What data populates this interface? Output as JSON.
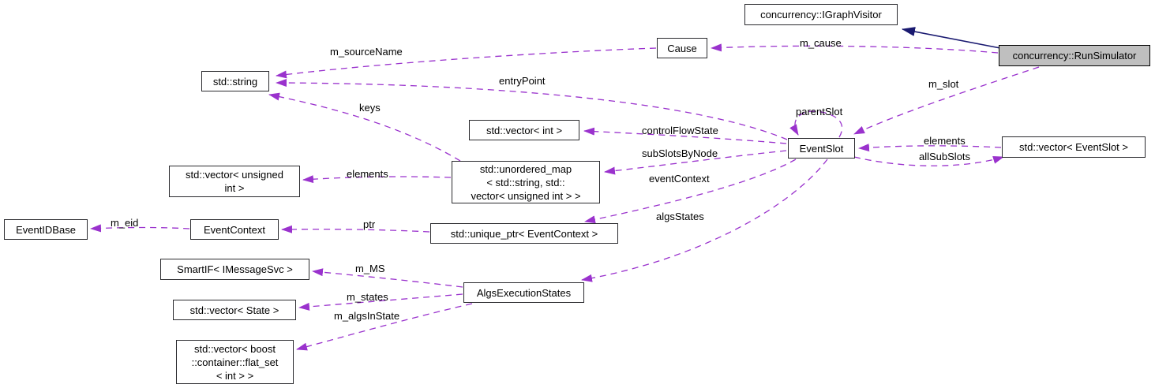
{
  "diagram_type": "collaboration-graph",
  "colors": {
    "edge_dashed": "#9a32cd",
    "edge_inherit": "#191970",
    "node_fill": "#ffffff",
    "node_border": "#2a2a2e",
    "highlight_fill": "#bfbfbf",
    "text": "#000000",
    "bg": "#ffffff"
  },
  "nodes": {
    "igraph_visitor": {
      "label": "concurrency::IGraphVisitor"
    },
    "run_simulator": {
      "label": "concurrency::RunSimulator",
      "highlighted": true
    },
    "cause": {
      "label": "Cause"
    },
    "std_string": {
      "label": "std::string"
    },
    "vector_int": {
      "label": "std::vector< int >"
    },
    "unordered_map": {
      "label": "std::unordered_map\n< std::string, std::\nvector< unsigned int > >"
    },
    "event_slot": {
      "label": "EventSlot"
    },
    "vector_event_slot": {
      "label": "std::vector< EventSlot >"
    },
    "vector_unsigned_int": {
      "label": "std::vector< unsigned\nint >"
    },
    "event_id_base": {
      "label": "EventIDBase"
    },
    "event_context": {
      "label": "EventContext"
    },
    "smart_if": {
      "label": "SmartIF< IMessageSvc >"
    },
    "unique_ptr": {
      "label": "std::unique_ptr< EventContext >"
    },
    "algs_execution_states": {
      "label": "AlgsExecutionStates"
    },
    "vector_state": {
      "label": "std::vector< State >"
    },
    "vector_flat_set": {
      "label": "std::vector< boost\n::container::flat_set\n< int > >"
    }
  },
  "edges": {
    "m_cause": {
      "label": "m_cause"
    },
    "m_source_name": {
      "label": "m_sourceName"
    },
    "m_slot": {
      "label": "m_slot"
    },
    "entry_point": {
      "label": "entryPoint"
    },
    "keys": {
      "label": "keys"
    },
    "parent_slot": {
      "label": "parentSlot"
    },
    "control_flow_state": {
      "label": "controlFlowState"
    },
    "sub_slots_by_node": {
      "label": "subSlotsByNode"
    },
    "event_context": {
      "label": "eventContext"
    },
    "algs_states": {
      "label": "algsStates"
    },
    "elements_right": {
      "label": "elements"
    },
    "all_sub_slots": {
      "label": "allSubSlots"
    },
    "elements_left": {
      "label": "elements"
    },
    "m_eid": {
      "label": "m_eid"
    },
    "ptr": {
      "label": "ptr"
    },
    "m_ms": {
      "label": "m_MS"
    },
    "m_states": {
      "label": "m_states"
    },
    "m_algs_in_state": {
      "label": "m_algsInState"
    }
  }
}
